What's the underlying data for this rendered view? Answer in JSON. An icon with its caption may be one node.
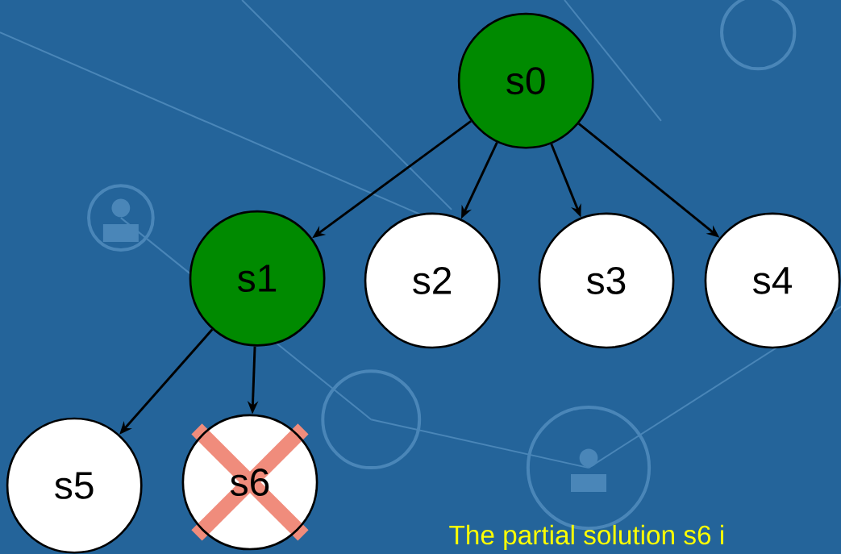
{
  "diagram": {
    "nodes": [
      {
        "text": [
          "s0"
        ]
      },
      {
        "text": [
          "s1"
        ]
      },
      {
        "text": [
          "s2"
        ]
      },
      {
        "text": [
          "s3"
        ]
      },
      {
        "text": [
          "s4"
        ]
      },
      {
        "text": [
          "s5"
        ]
      },
      {
        "text": [
          "s6"
        ]
      }
    ],
    "edges": [
      {
        "from": 0,
        "to": 1,
        "arrow": "to"
      },
      {
        "from": 0,
        "to": 2,
        "arrow": "to"
      },
      {
        "from": 0,
        "to": 3,
        "arrow": "to"
      },
      {
        "from": 0,
        "to": 4,
        "arrow": "to"
      },
      {
        "from": 1,
        "to": 5,
        "arrow": "to"
      },
      {
        "from": 1,
        "to": 6,
        "arrow": "to"
      }
    ],
    "labels": [
      "The partial solution s6 i"
    ]
  }
}
